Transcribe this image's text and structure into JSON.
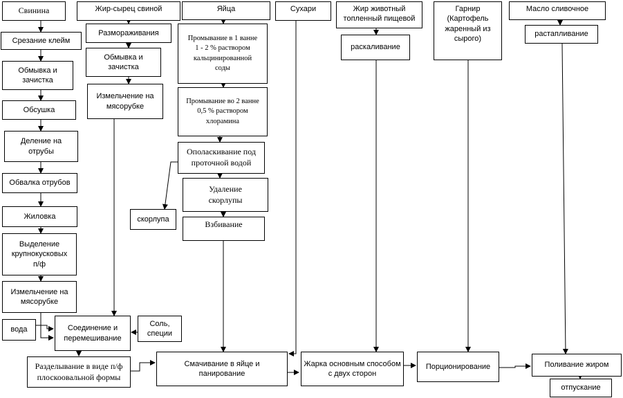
{
  "nodes": {
    "pork": "Свинина",
    "trim_brands": "Срезание клейм",
    "wash_clean_pork": "Обмывка и\nзачистка",
    "drying": "Обсушка",
    "cut_cuts": "Деление на\nотрубы",
    "deboning": "Обвалка отрубов",
    "sinew_removal": "Жиловка",
    "separate_large": "Выделение\nкрупнокусковых\nп/ф",
    "grind_pork": "Измельчение на\nмясорубке",
    "water": "вода",
    "mix": "Соединение и\nперемешивание",
    "salt_spices": "Соль,\nспеции",
    "shaping": "Разделывание в виде п/ф\nплоскоовальной формы",
    "raw_fat": "Жир-сырец свиной",
    "defrost": "Размораживания",
    "wash_clean_fat": "Обмывка и\nзачистка",
    "grind_fat": "Измельчение на\nмясорубке",
    "eggs": "Яйца",
    "wash_soda": "Промывание в 1 ванне\n1 - 2 % раствором\nкальцинированной\nсоды",
    "wash_chloramine": "Промывание во 2 ванне\n0,5 % раствором\nхлорамина",
    "rinse": "Ополаскивание под\nпроточной водой",
    "shell_removal": "Удаление\nскорлупы",
    "shell": "скорлупа",
    "whisking": "Взбивание",
    "breading_dip": "Смачивание в яйце и\nпанирование",
    "breadcrumbs": "Сухари",
    "animal_fat": "Жир животный\nтопленный пищевой",
    "heating": "раскаливание",
    "frying": "Жарка основным способом\nс двух сторон",
    "garnish": "Гарнир\n(Картофель\nжаренный из\nсырого)",
    "portioning": "Порционирование",
    "butter": "Масло сливочное",
    "melting": "растапливание",
    "pour_fat": "Поливание жиром",
    "serving": "отпускание"
  }
}
